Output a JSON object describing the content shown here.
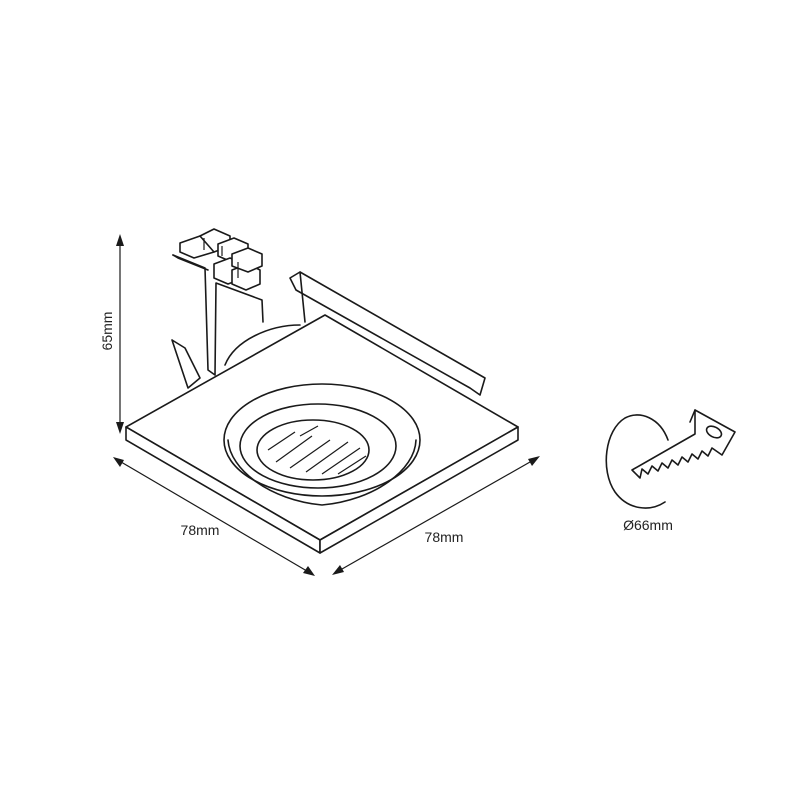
{
  "dimensions": {
    "height": "65mm",
    "width_left": "78mm",
    "width_right": "78mm",
    "cutout": "Ø66mm"
  },
  "colors": {
    "stroke": "#1a1a1a",
    "background": "#ffffff"
  },
  "icons": {
    "cutout": "saw-cutting-hole-icon"
  }
}
